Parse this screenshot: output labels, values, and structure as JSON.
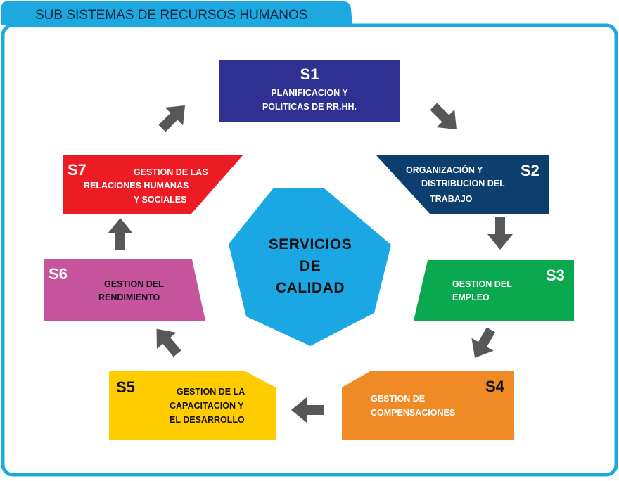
{
  "title": "SUB SISTEMAS DE RECURSOS HUMANOS",
  "colors": {
    "frame": "#1ea8e0",
    "arrow": "#555759",
    "center": "#1aa7e3",
    "s1": "#2e3192",
    "s2": "#0d3f6e",
    "s3": "#0aa84f",
    "s4": "#f08a24",
    "s5": "#ffcc00",
    "s6": "#c7559e",
    "s7": "#ed1c24"
  },
  "center": {
    "lines": [
      "SERVICIOS",
      "DE",
      "CALIDAD"
    ]
  },
  "subsystems": [
    {
      "code": "S1",
      "lines": [
        "PLANIFICACION Y",
        "POLITICAS DE RR.HH."
      ]
    },
    {
      "code": "S2",
      "lines": [
        "ORGANIZACIÓN Y",
        "DISTRIBUCION DEL",
        "TRABAJO"
      ]
    },
    {
      "code": "S3",
      "lines": [
        "GESTION DEL",
        "EMPLEO"
      ]
    },
    {
      "code": "S4",
      "lines": [
        "GESTION DE",
        "COMPENSACIONES"
      ]
    },
    {
      "code": "S5",
      "lines": [
        "GESTION DE LA",
        "CAPACITACION Y",
        "EL DESARROLLO"
      ]
    },
    {
      "code": "S6",
      "lines": [
        "GESTION DEL",
        "RENDIMIENTO"
      ]
    },
    {
      "code": "S7",
      "lines": [
        "GESTION DE LAS",
        "RELACIONES HUMANAS",
        "Y SOCIALES"
      ]
    }
  ]
}
